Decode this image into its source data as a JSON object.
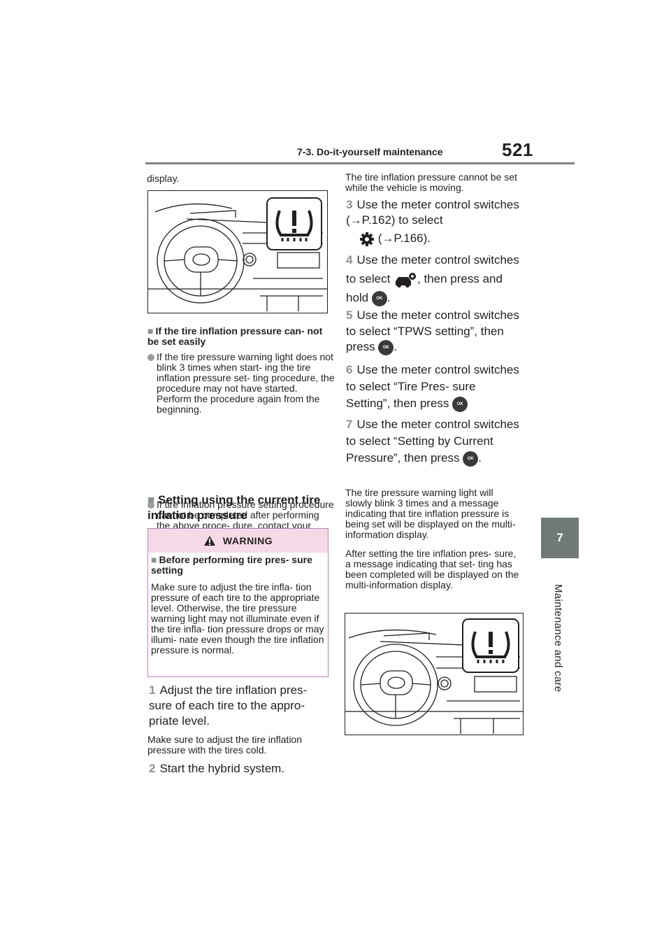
{
  "header": {
    "section": "7-3. Do-it-yourself maintenance",
    "page_number": "521"
  },
  "side_tab": {
    "number": "7",
    "label": "Maintenance and care"
  },
  "left": {
    "display_text": "display.",
    "subheading_1": "If the tire inflation pressure can- not be set easily",
    "bullets": [
      "If the tire pressure warning light does not blink 3 times when start- ing the tire inflation pressure set- ting procedure, the procedure may not have started. Perform the procedure again from the beginning.",
      "If tire inflation pressure setting procedure cannot be completed after performing the above proce- dure, contact your Toyota dealer."
    ],
    "heading_2": "Setting using the current tire inflation pressure",
    "warning": {
      "title": "WARNING",
      "subtitle": "Before performing tire pres- sure setting",
      "body": "Make sure to adjust the tire infla- tion pressure of each tire to the appropriate level. Otherwise, the tire pressure warning light may not illuminate even if the tire infla- tion pressure drops or may illumi- nate even though the tire inflation pressure is normal."
    },
    "step1_num": "1",
    "step1": "Adjust the tire inflation pres- sure of each tire to the appro- priate level.",
    "step1_note": "Make sure to adjust the tire inflation pressure with the tires cold.",
    "step2_num": "2",
    "step2": "Start the hybrid system."
  },
  "right": {
    "intro": "The tire inflation pressure cannot be set while the vehicle is moving.",
    "step3_num": "3",
    "step3_a": "Use the meter control switches (",
    "step3_ref1": "P.162) to select",
    "step3_ref2": "(",
    "step3_ref2b": "P.166).",
    "step4_num": "4",
    "step4_a": "Use the meter control switches to select",
    "step4_b": ", then press and hold",
    "step5_num": "5",
    "step5_a": "Use the meter control switches to select “TPWS setting”, then press",
    "step6_num": "6",
    "step6_a": "Use the meter control switches to select “Tire Pres- sure Setting”, then press",
    "step7_num": "7",
    "step7_a": "Use the meter control switches to select “Setting by Current Pressure”, then press",
    "period": ".",
    "ok_label": "OK",
    "arrow": "→",
    "note1": "The tire pressure warning light will slowly blink 3 times and a message indicating that tire inflation pressure is being set will be displayed on the multi-information display.",
    "note2": "After setting the tire inflation pres- sure, a message indicating that set- ting has been completed will be displayed on the multi-information display."
  },
  "colors": {
    "accent_gray": "#8d9490",
    "tab_gray": "#707a75",
    "warning_bg": "#f6d9e6",
    "warning_border": "#b884b8"
  },
  "icons": [
    "tire-pressure-warning-icon",
    "gear-icon",
    "vehicle-settings-icon",
    "ok-button-icon",
    "warning-triangle-icon"
  ]
}
